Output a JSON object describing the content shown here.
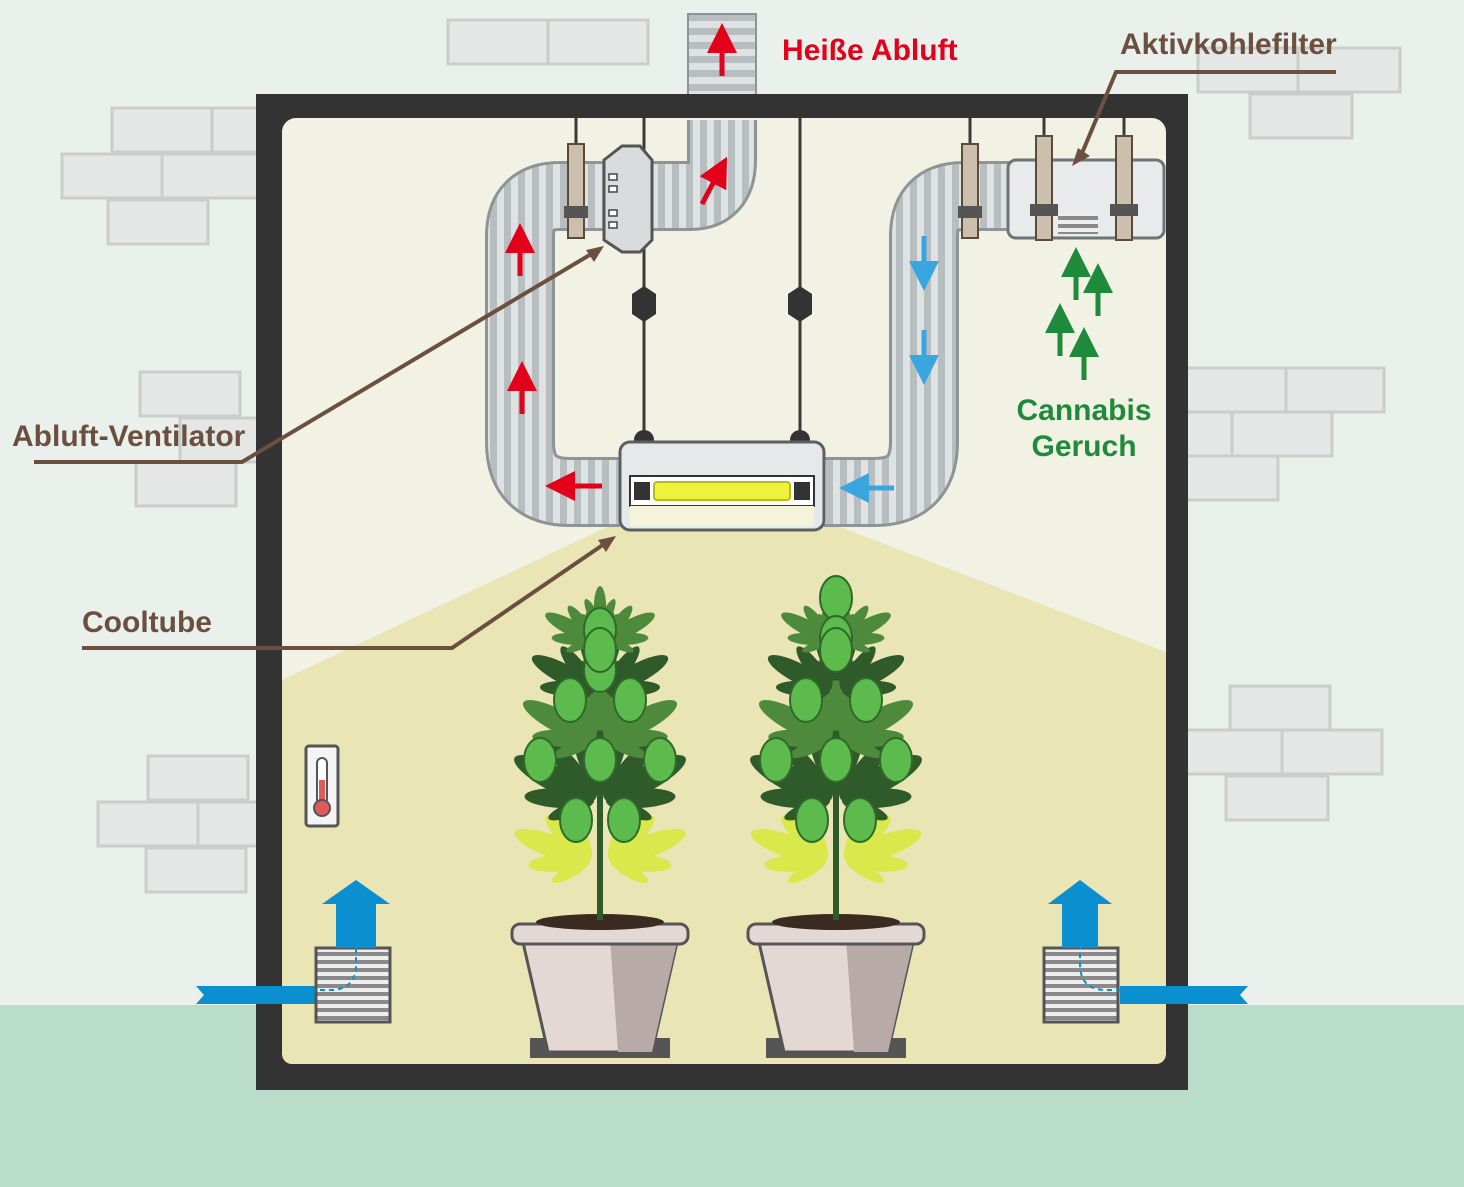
{
  "labels": {
    "hot_exhaust": "Heiße Abluft",
    "carbon_filter": "Aktivkohlefilter",
    "exhaust_fan": "Abluft-Ventilator",
    "cooltube": "Cooltube",
    "cannabis_smell_line1": "Cannabis",
    "cannabis_smell_line2": "Geruch"
  },
  "colors": {
    "wall": "#eaf1ec",
    "floor": "#b9dccb",
    "brick": "#e4e7e5",
    "tent_frame": "#333333",
    "tent_inside": "#f1f1e4",
    "light_cone": "#e9e5b4",
    "duct": "#c9cdcf",
    "hot_arrow": "#e3001b",
    "cool_arrow": "#3aa6e0",
    "intake_arrow": "#0a8fd0",
    "smell_arrow": "#1e8a3a",
    "label_brown": "#6b4f3f",
    "plant_dark": "#2f5a2a",
    "plant_mid": "#4d8a3c",
    "bud": "#5dbb4d",
    "leaf_yellow": "#d9e84a",
    "pot": "#e4d8d4"
  },
  "icons": [
    "thermometer-icon",
    "intake-vent-icon",
    "arrow-up-icon",
    "arrow-left-icon",
    "arrow-down-icon"
  ]
}
